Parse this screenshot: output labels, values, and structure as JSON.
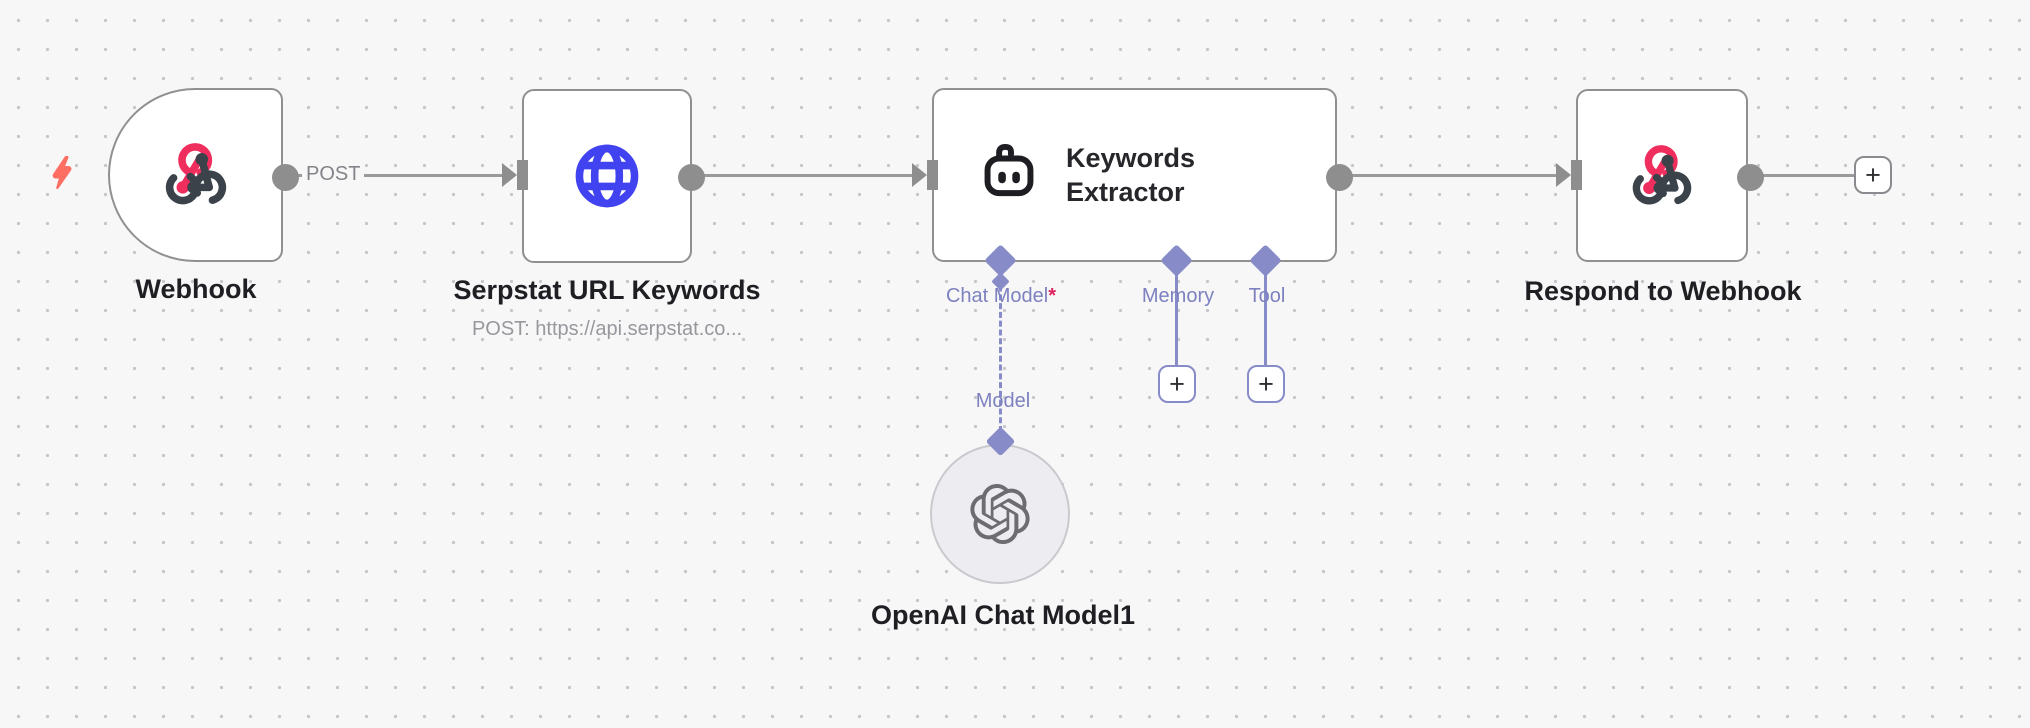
{
  "canvas": {
    "background": "#f7f7f8",
    "dot_color": "#c6c6ca"
  },
  "colors": {
    "connection_gray": "#9a9a9a",
    "port_gray": "#8e8e8e",
    "node_border": "#90908f",
    "ai_accent_purple": "#878bc7",
    "ai_label_purple": "#7d81bf",
    "required_asterisk_red": "#e0235e",
    "webhook_icon_pink": "#f02e5e",
    "webhook_icon_dark": "#3b424a",
    "globe_icon_blue": "#4243f0",
    "openai_icon_gray": "#6c6c71",
    "trigger_bolt_coral": "#ff6e63"
  },
  "nodes": {
    "webhook": {
      "label": "Webhook"
    },
    "serpstat": {
      "label": "Serpstat URL Keywords",
      "subtitle": "POST: https://api.serpstat.co..."
    },
    "agent": {
      "title": "Keywords Extractor",
      "inputs": {
        "chat_model": "Chat Model",
        "required_marker": "*",
        "memory": "Memory",
        "tool": "Tool"
      }
    },
    "openai": {
      "label": "OpenAI Chat Model1"
    },
    "respond": {
      "label": "Respond to Webhook"
    }
  },
  "connections": {
    "webhook_to_serpstat_label": "POST",
    "model_endpoint_label": "Model"
  },
  "buttons": {
    "add_memory": "+",
    "add_tool": "+",
    "add_next_node": "+"
  }
}
